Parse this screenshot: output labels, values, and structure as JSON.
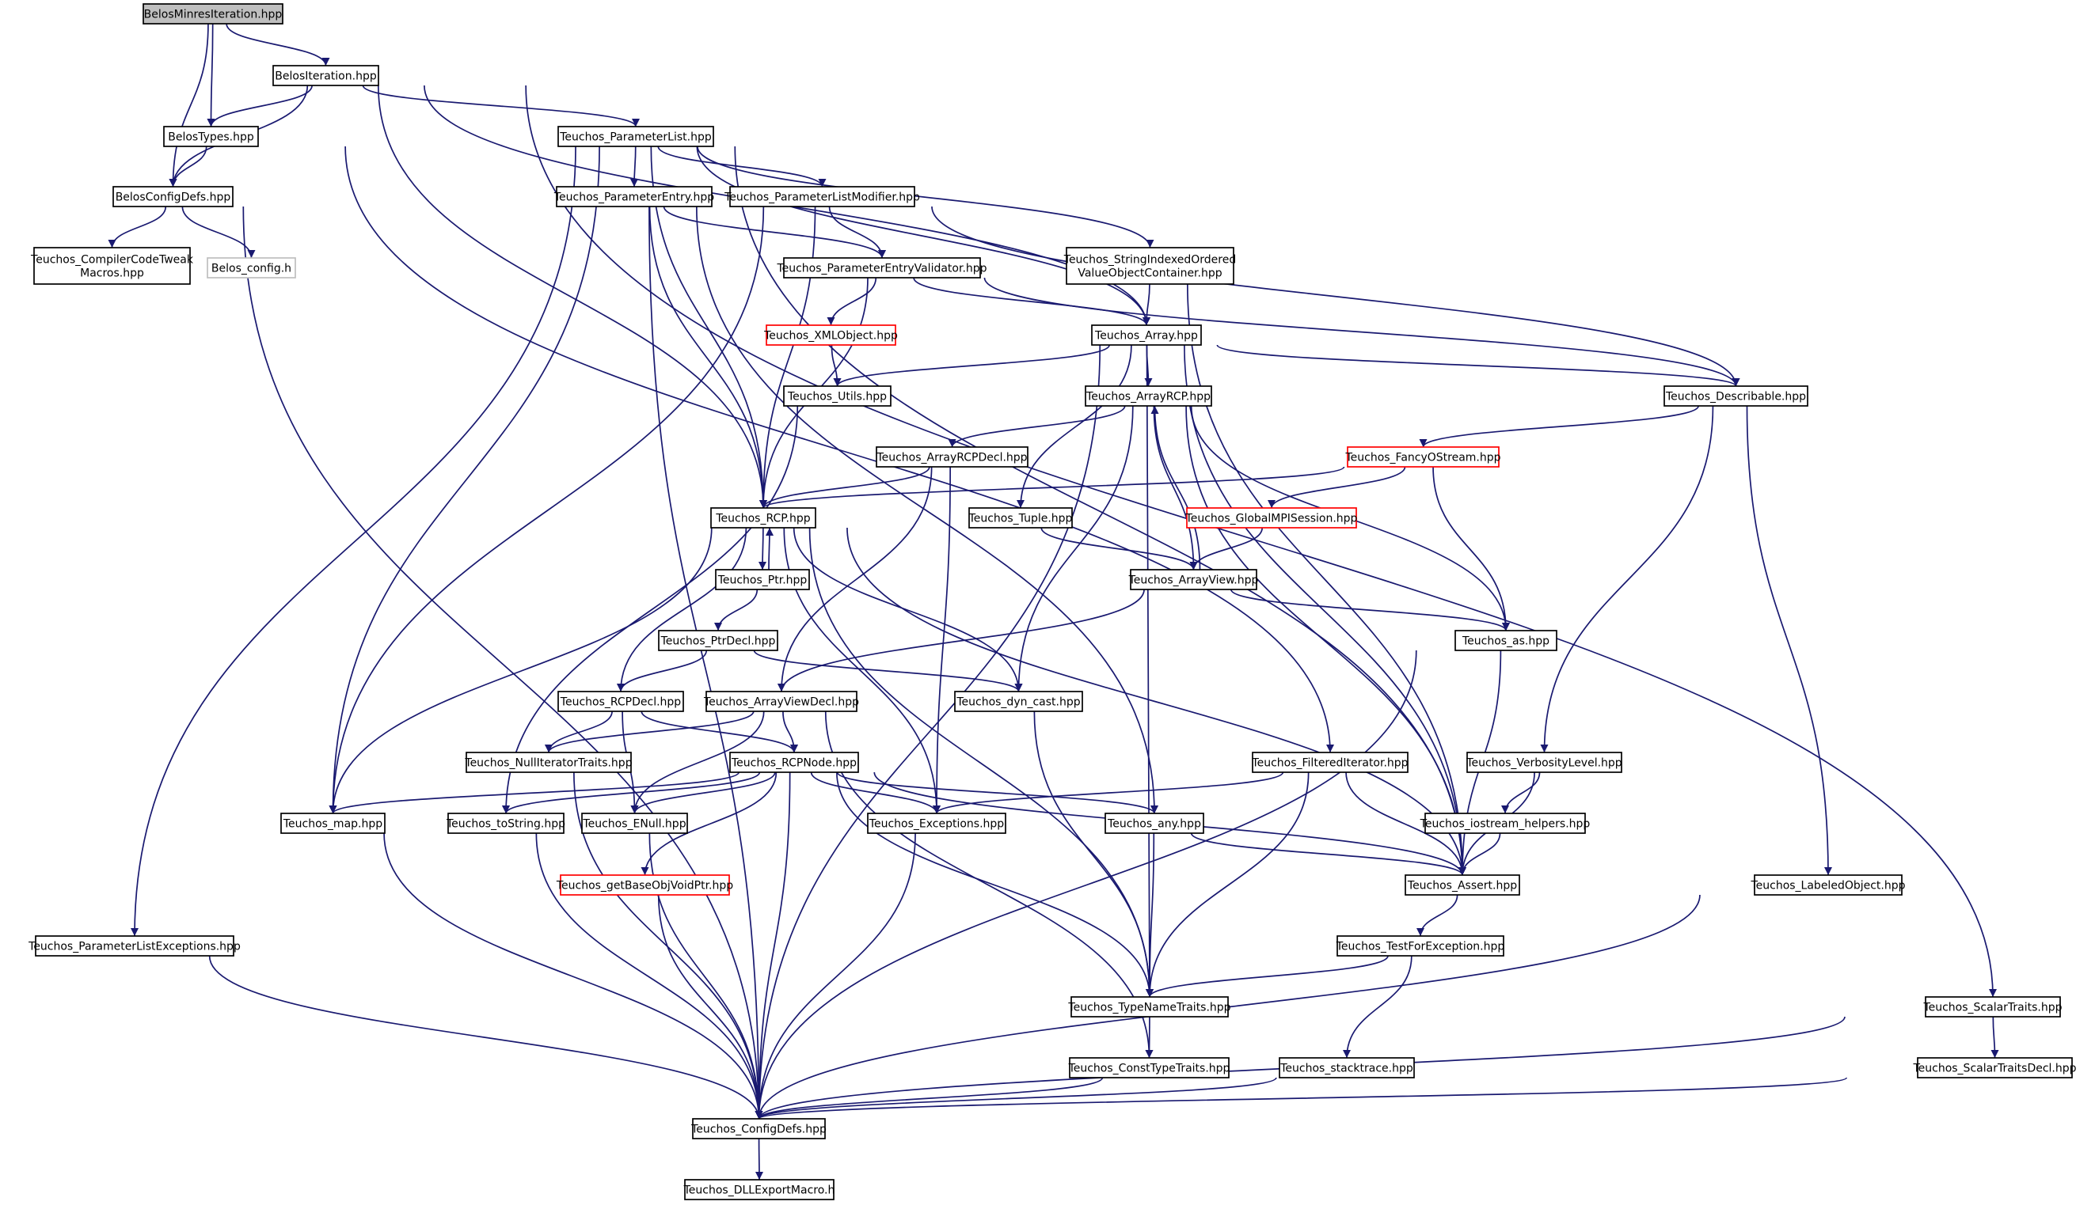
{
  "colors": {
    "edge": "#191970",
    "node_border": "#000000",
    "missing_border": "#ff0000",
    "external_border": "#bfbfbf",
    "root_fill": "#bfbfbf",
    "node_fill": "#ffffff",
    "text": "#000000"
  },
  "nodes": [
    {
      "id": "BelosMinresIteration",
      "lines": [
        "BelosMinresIteration.hpp"
      ],
      "style": "root"
    },
    {
      "id": "BelosIteration",
      "lines": [
        "BelosIteration.hpp"
      ],
      "style": "normal"
    },
    {
      "id": "BelosTypes",
      "lines": [
        "BelosTypes.hpp"
      ],
      "style": "normal"
    },
    {
      "id": "BelosConfigDefs",
      "lines": [
        "BelosConfigDefs.hpp"
      ],
      "style": "normal"
    },
    {
      "id": "CompilerCodeTweak",
      "lines": [
        "Teuchos_CompilerCodeTweak",
        "Macros.hpp"
      ],
      "style": "normal"
    },
    {
      "id": "BelosConfigH",
      "lines": [
        "Belos_config.h"
      ],
      "style": "external"
    },
    {
      "id": "ParameterList",
      "lines": [
        "Teuchos_ParameterList.hpp"
      ],
      "style": "normal"
    },
    {
      "id": "ParameterEntry",
      "lines": [
        "Teuchos_ParameterEntry.hpp"
      ],
      "style": "normal"
    },
    {
      "id": "ParameterListModifier",
      "lines": [
        "Teuchos_ParameterListModifier.hpp"
      ],
      "style": "normal"
    },
    {
      "id": "StringIndexed",
      "lines": [
        "Teuchos_StringIndexedOrdered",
        "ValueObjectContainer.hpp"
      ],
      "style": "normal"
    },
    {
      "id": "ParameterEntryValidator",
      "lines": [
        "Teuchos_ParameterEntryValidator.hpp"
      ],
      "style": "normal"
    },
    {
      "id": "XMLObject",
      "lines": [
        "Teuchos_XMLObject.hpp"
      ],
      "style": "missing"
    },
    {
      "id": "Array",
      "lines": [
        "Teuchos_Array.hpp"
      ],
      "style": "normal"
    },
    {
      "id": "Utils",
      "lines": [
        "Teuchos_Utils.hpp"
      ],
      "style": "normal"
    },
    {
      "id": "ArrayRCP",
      "lines": [
        "Teuchos_ArrayRCP.hpp"
      ],
      "style": "normal"
    },
    {
      "id": "Describable",
      "lines": [
        "Teuchos_Describable.hpp"
      ],
      "style": "normal"
    },
    {
      "id": "ArrayRCPDecl",
      "lines": [
        "Teuchos_ArrayRCPDecl.hpp"
      ],
      "style": "normal"
    },
    {
      "id": "FancyOStream",
      "lines": [
        "Teuchos_FancyOStream.hpp"
      ],
      "style": "missing"
    },
    {
      "id": "RCP",
      "lines": [
        "Teuchos_RCP.hpp"
      ],
      "style": "normal"
    },
    {
      "id": "Tuple",
      "lines": [
        "Teuchos_Tuple.hpp"
      ],
      "style": "normal"
    },
    {
      "id": "GlobalMPISession",
      "lines": [
        "Teuchos_GlobalMPISession.hpp"
      ],
      "style": "missing"
    },
    {
      "id": "Ptr",
      "lines": [
        "Teuchos_Ptr.hpp"
      ],
      "style": "normal"
    },
    {
      "id": "ArrayView",
      "lines": [
        "Teuchos_ArrayView.hpp"
      ],
      "style": "normal"
    },
    {
      "id": "PtrDecl",
      "lines": [
        "Teuchos_PtrDecl.hpp"
      ],
      "style": "normal"
    },
    {
      "id": "As",
      "lines": [
        "Teuchos_as.hpp"
      ],
      "style": "normal"
    },
    {
      "id": "RCPDecl",
      "lines": [
        "Teuchos_RCPDecl.hpp"
      ],
      "style": "normal"
    },
    {
      "id": "ArrayViewDecl",
      "lines": [
        "Teuchos_ArrayViewDecl.hpp"
      ],
      "style": "normal"
    },
    {
      "id": "DynCast",
      "lines": [
        "Teuchos_dyn_cast.hpp"
      ],
      "style": "normal"
    },
    {
      "id": "NullIteratorTraits",
      "lines": [
        "Teuchos_NullIteratorTraits.hpp"
      ],
      "style": "normal"
    },
    {
      "id": "RCPNode",
      "lines": [
        "Teuchos_RCPNode.hpp"
      ],
      "style": "normal"
    },
    {
      "id": "FilteredIterator",
      "lines": [
        "Teuchos_FilteredIterator.hpp"
      ],
      "style": "normal"
    },
    {
      "id": "VerbosityLevel",
      "lines": [
        "Teuchos_VerbosityLevel.hpp"
      ],
      "style": "normal"
    },
    {
      "id": "Map",
      "lines": [
        "Teuchos_map.hpp"
      ],
      "style": "normal"
    },
    {
      "id": "ToString",
      "lines": [
        "Teuchos_toString.hpp"
      ],
      "style": "normal"
    },
    {
      "id": "ENull",
      "lines": [
        "Teuchos_ENull.hpp"
      ],
      "style": "normal"
    },
    {
      "id": "Exceptions",
      "lines": [
        "Teuchos_Exceptions.hpp"
      ],
      "style": "normal"
    },
    {
      "id": "Any",
      "lines": [
        "Teuchos_any.hpp"
      ],
      "style": "normal"
    },
    {
      "id": "IostreamHelpers",
      "lines": [
        "Teuchos_iostream_helpers.hpp"
      ],
      "style": "normal"
    },
    {
      "id": "GetBaseObjVoidPtr",
      "lines": [
        "Teuchos_getBaseObjVoidPtr.hpp"
      ],
      "style": "missing"
    },
    {
      "id": "Assert",
      "lines": [
        "Teuchos_Assert.hpp"
      ],
      "style": "normal"
    },
    {
      "id": "LabeledObject",
      "lines": [
        "Teuchos_LabeledObject.hpp"
      ],
      "style": "normal"
    },
    {
      "id": "ParameterListExceptions",
      "lines": [
        "Teuchos_ParameterListExceptions.hpp"
      ],
      "style": "normal"
    },
    {
      "id": "TestForException",
      "lines": [
        "Teuchos_TestForException.hpp"
      ],
      "style": "normal"
    },
    {
      "id": "TypeNameTraits",
      "lines": [
        "Teuchos_TypeNameTraits.hpp"
      ],
      "style": "normal"
    },
    {
      "id": "ScalarTraits",
      "lines": [
        "Teuchos_ScalarTraits.hpp"
      ],
      "style": "normal"
    },
    {
      "id": "ConstTypeTraits",
      "lines": [
        "Teuchos_ConstTypeTraits.hpp"
      ],
      "style": "normal"
    },
    {
      "id": "Stacktrace",
      "lines": [
        "Teuchos_stacktrace.hpp"
      ],
      "style": "normal"
    },
    {
      "id": "ScalarTraitsDecl",
      "lines": [
        "Teuchos_ScalarTraitsDecl.hpp"
      ],
      "style": "normal"
    },
    {
      "id": "ConfigDefs",
      "lines": [
        "Teuchos_ConfigDefs.hpp"
      ],
      "style": "normal"
    },
    {
      "id": "DLLExportMacro",
      "lines": [
        "Teuchos_DLLExportMacro.h"
      ],
      "style": "normal"
    }
  ],
  "edges": [
    [
      "BelosMinresIteration",
      "BelosIteration"
    ],
    [
      "BelosMinresIteration",
      "BelosTypes"
    ],
    [
      "BelosMinresIteration",
      "BelosConfigDefs"
    ],
    [
      "BelosIteration",
      "BelosTypes"
    ],
    [
      "BelosIteration",
      "BelosConfigDefs"
    ],
    [
      "BelosIteration",
      "ParameterList"
    ],
    [
      "BelosIteration",
      "RCP"
    ],
    [
      "BelosIteration",
      "Array"
    ],
    [
      "BelosIteration",
      "ScalarTraits"
    ],
    [
      "BelosTypes",
      "BelosConfigDefs"
    ],
    [
      "BelosTypes",
      "FilteredIterator"
    ],
    [
      "BelosConfigDefs",
      "CompilerCodeTweak"
    ],
    [
      "BelosConfigDefs",
      "BelosConfigH"
    ],
    [
      "BelosConfigDefs",
      "ConfigDefs"
    ],
    [
      "ParameterList",
      "ParameterEntry"
    ],
    [
      "ParameterList",
      "ParameterListModifier"
    ],
    [
      "ParameterList",
      "StringIndexed"
    ],
    [
      "ParameterList",
      "ParameterListExceptions"
    ],
    [
      "ParameterList",
      "Map"
    ],
    [
      "ParameterList",
      "RCP"
    ],
    [
      "ParameterList",
      "Array"
    ],
    [
      "ParameterList",
      "Assert"
    ],
    [
      "ParameterEntry",
      "ParameterEntryValidator"
    ],
    [
      "ParameterEntry",
      "RCP"
    ],
    [
      "ParameterEntry",
      "Any"
    ],
    [
      "ParameterEntry",
      "ConfigDefs"
    ],
    [
      "ParameterListModifier",
      "ParameterEntryValidator"
    ],
    [
      "ParameterListModifier",
      "RCP"
    ],
    [
      "ParameterListModifier",
      "Describable"
    ],
    [
      "ParameterListModifier",
      "Map"
    ],
    [
      "StringIndexed",
      "Array"
    ],
    [
      "StringIndexed",
      "Assert"
    ],
    [
      "ParameterEntryValidator",
      "XMLObject"
    ],
    [
      "ParameterEntryValidator",
      "Array"
    ],
    [
      "ParameterEntryValidator",
      "RCP"
    ],
    [
      "ParameterEntryValidator",
      "Describable"
    ],
    [
      "XMLObject",
      "Utils"
    ],
    [
      "Array",
      "Utils"
    ],
    [
      "Array",
      "ArrayRCP"
    ],
    [
      "Array",
      "Tuple"
    ],
    [
      "Array",
      "Describable"
    ],
    [
      "Array",
      "TypeNameTraits"
    ],
    [
      "Array",
      "Assert"
    ],
    [
      "Array",
      "ConfigDefs"
    ],
    [
      "Utils",
      "ToString"
    ],
    [
      "ArrayRCP",
      "ArrayRCPDecl"
    ],
    [
      "ArrayRCP",
      "ArrayView"
    ],
    [
      "ArrayRCP",
      "As"
    ],
    [
      "ArrayRCP",
      "DynCast"
    ],
    [
      "ArrayRCP",
      "Assert"
    ],
    [
      "Describable",
      "FancyOStream"
    ],
    [
      "Describable",
      "VerbosityLevel"
    ],
    [
      "Describable",
      "LabeledObject"
    ],
    [
      "ArrayRCPDecl",
      "RCP"
    ],
    [
      "ArrayRCPDecl",
      "ArrayViewDecl"
    ],
    [
      "ArrayRCPDecl",
      "Exceptions"
    ],
    [
      "FancyOStream",
      "RCP"
    ],
    [
      "FancyOStream",
      "GlobalMPISession"
    ],
    [
      "FancyOStream",
      "As"
    ],
    [
      "RCP",
      "Ptr"
    ],
    [
      "RCP",
      "RCPDecl"
    ],
    [
      "RCP",
      "DynCast"
    ],
    [
      "RCP",
      "Map"
    ],
    [
      "RCP",
      "Exceptions"
    ],
    [
      "RCP",
      "TypeNameTraits"
    ],
    [
      "RCP",
      "Assert"
    ],
    [
      "Tuple",
      "ArrayView"
    ],
    [
      "GlobalMPISession",
      "ArrayView"
    ],
    [
      "Ptr",
      "RCP"
    ],
    [
      "Ptr",
      "PtrDecl"
    ],
    [
      "ArrayView",
      "ArrayRCP"
    ],
    [
      "ArrayView",
      "ArrayViewDecl"
    ],
    [
      "ArrayView",
      "As"
    ],
    [
      "PtrDecl",
      "RCPDecl"
    ],
    [
      "PtrDecl",
      "DynCast"
    ],
    [
      "As",
      "Assert"
    ],
    [
      "As",
      "ConfigDefs"
    ],
    [
      "RCPDecl",
      "NullIteratorTraits"
    ],
    [
      "RCPDecl",
      "RCPNode"
    ],
    [
      "RCPDecl",
      "ENull"
    ],
    [
      "ArrayViewDecl",
      "NullIteratorTraits"
    ],
    [
      "ArrayViewDecl",
      "RCPNode"
    ],
    [
      "ArrayViewDecl",
      "ENull"
    ],
    [
      "ArrayViewDecl",
      "ConstTypeTraits"
    ],
    [
      "DynCast",
      "TypeNameTraits"
    ],
    [
      "NullIteratorTraits",
      "ConfigDefs"
    ],
    [
      "RCPNode",
      "Map"
    ],
    [
      "RCPNode",
      "ToString"
    ],
    [
      "RCPNode",
      "ENull"
    ],
    [
      "RCPNode",
      "Exceptions"
    ],
    [
      "RCPNode",
      "Any"
    ],
    [
      "RCPNode",
      "GetBaseObjVoidPtr"
    ],
    [
      "RCPNode",
      "Assert"
    ],
    [
      "RCPNode",
      "TypeNameTraits"
    ],
    [
      "RCPNode",
      "ConfigDefs"
    ],
    [
      "FilteredIterator",
      "Exceptions"
    ],
    [
      "FilteredIterator",
      "Assert"
    ],
    [
      "FilteredIterator",
      "TypeNameTraits"
    ],
    [
      "VerbosityLevel",
      "IostreamHelpers"
    ],
    [
      "VerbosityLevel",
      "Assert"
    ],
    [
      "Map",
      "ConfigDefs"
    ],
    [
      "ToString",
      "ConfigDefs"
    ],
    [
      "ENull",
      "ConfigDefs"
    ],
    [
      "Exceptions",
      "ConfigDefs"
    ],
    [
      "Any",
      "Assert"
    ],
    [
      "Any",
      "TypeNameTraits"
    ],
    [
      "IostreamHelpers",
      "Assert"
    ],
    [
      "GetBaseObjVoidPtr",
      "ConfigDefs"
    ],
    [
      "Assert",
      "TestForException"
    ],
    [
      "LabeledObject",
      "ConfigDefs"
    ],
    [
      "ParameterListExceptions",
      "ConfigDefs"
    ],
    [
      "TestForException",
      "TypeNameTraits"
    ],
    [
      "TestForException",
      "Stacktrace"
    ],
    [
      "TypeNameTraits",
      "ConstTypeTraits"
    ],
    [
      "ScalarTraits",
      "ScalarTraitsDecl"
    ],
    [
      "ScalarTraits",
      "ConfigDefs"
    ],
    [
      "ConstTypeTraits",
      "ConfigDefs"
    ],
    [
      "Stacktrace",
      "ConfigDefs"
    ],
    [
      "ScalarTraitsDecl",
      "ConfigDefs"
    ],
    [
      "ConfigDefs",
      "DLLExportMacro"
    ]
  ]
}
